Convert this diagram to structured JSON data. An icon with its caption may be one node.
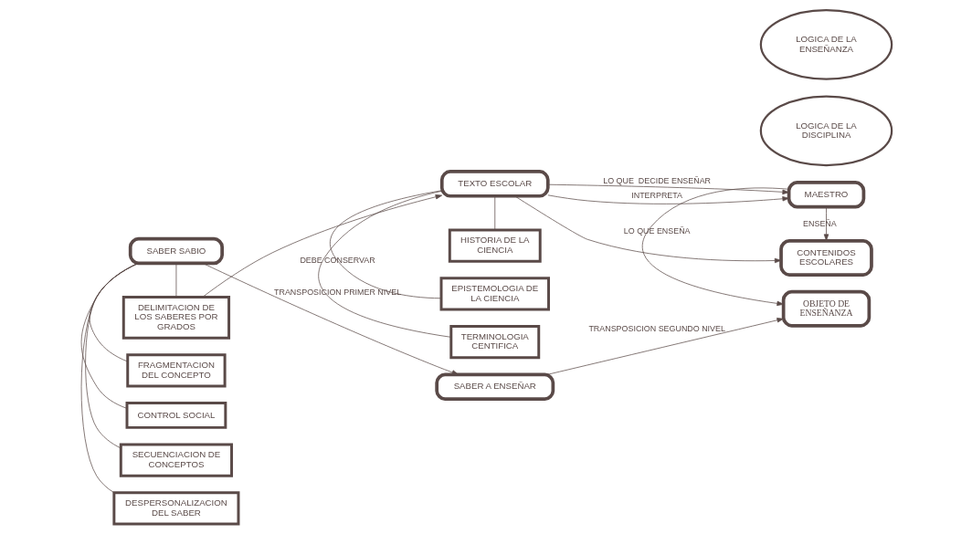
{
  "diagram": {
    "nodes": [
      {
        "text": [
          "SABER SABIO"
        ]
      },
      {
        "text": [
          "SABER A ENSEÑAR"
        ]
      },
      {
        "text": [
          "OBJETO DE ENSEÑANZA"
        ]
      },
      {
        "text": [
          "DELIMITACION DE LOS SABERES POR GRADOS"
        ]
      },
      {
        "text": [
          "TEXTO ESCOLAR"
        ]
      },
      {
        "text": [
          "MAESTRO"
        ]
      },
      {
        "text": [
          "FRAGMENTACION DEL CONCEPTO"
        ]
      },
      {
        "text": [
          "HISTORIA DE LA CIENCIA"
        ]
      },
      {
        "text": [
          "DESPERSONALIZACION DEL SABER"
        ]
      },
      {
        "text": [
          "TERMINOLOGIA CENTIFICA"
        ]
      },
      {
        "text": [
          "SECUENCIACION DE CONCEPTOS"
        ]
      },
      {
        "text": [
          "EPISTEMOLOGIA DE LA CIENCIA"
        ]
      },
      {
        "text": [
          "LOGICA DE LA DISCIPLINA"
        ]
      },
      {
        "text": [
          "CONTENIDOS ESCOLARES"
        ]
      },
      {
        "text": [
          "LOGICA DE LA ENSEÑANZA"
        ]
      },
      {
        "text": [
          "CONTROL SOCIAL"
        ]
      }
    ],
    "edges": [
      {
        "from": 0,
        "to": 1,
        "arrow": "to",
        "label": "TRANSPOSICION PRIMER NIVEL"
      },
      {
        "from": 1,
        "to": 2,
        "arrow": "to",
        "label": "TRANSPOSICION SEGUNDO NIVEL"
      },
      {
        "from": 0,
        "to": 3,
        "arrow": "none"
      },
      {
        "from": 0,
        "to": 6,
        "arrow": "none"
      },
      {
        "from": 0,
        "to": 8,
        "arrow": "none"
      },
      {
        "from": 0,
        "to": 10,
        "arrow": "none"
      },
      {
        "from": 0,
        "to": 15,
        "arrow": "none"
      },
      {
        "from": 3,
        "to": 4,
        "arrow": "to"
      },
      {
        "from": 4,
        "to": 5,
        "arrow": "to",
        "label": "LO QUE  DECIDE ENSEÑAR"
      },
      {
        "from": 4,
        "to": 5,
        "arrow": "to",
        "label": "INTERPRETA"
      },
      {
        "from": 5,
        "to": 2,
        "arrow": "to",
        "label": "LO QUE ENSEÑA"
      },
      {
        "from": 4,
        "to": 7,
        "arrow": "none"
      },
      {
        "from": 4,
        "to": 9,
        "arrow": "none",
        "label": "DEBE CONSERVAR"
      },
      {
        "from": 4,
        "to": 11,
        "arrow": "none"
      },
      {
        "from": 4,
        "to": 13,
        "arrow": "to"
      },
      {
        "from": 5,
        "to": 13,
        "arrow": "to",
        "label": "ENSEÑA"
      }
    ]
  }
}
